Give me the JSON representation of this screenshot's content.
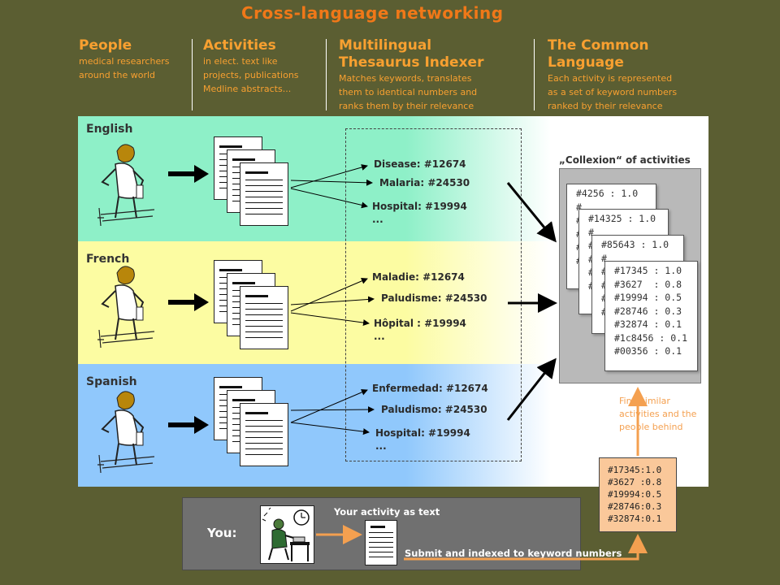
{
  "title": "Cross-language  networking",
  "columns": [
    {
      "heading": "People",
      "desc": [
        "medical researchers",
        "around the world"
      ]
    },
    {
      "heading": "Activities",
      "desc": [
        "in elect. text like",
        "projects, publications",
        "Medline abstracts..."
      ]
    },
    {
      "heading": "Multilingual",
      "heading2": "Thesaurus Indexer",
      "desc": [
        "Matches keywords, translates",
        "them to identical numbers and",
        "ranks them by their relevance"
      ]
    },
    {
      "heading": "The Common",
      "heading2": "Language",
      "desc": [
        "Each activity is represented",
        "as a set of keyword numbers",
        "ranked by their relevance"
      ]
    }
  ],
  "bands": [
    {
      "label": "English",
      "color": "#8ef0c8",
      "kw": [
        "Disease:   #12674",
        "Malaria:    #24530",
        "Hospital:   #19994"
      ],
      "more": "..."
    },
    {
      "label": "French",
      "color": "#fcfca2",
      "kw": [
        "Maladie:    #12674",
        "Paludisme:  #24530",
        "Hôpital :    #19994"
      ],
      "more": "..."
    },
    {
      "label": "Spanish",
      "color": "#90c8fc",
      "kw": [
        "Enfermedad:  #12674",
        "Paludismo:  #24530",
        "Hospital:   #19994"
      ],
      "more": "..."
    }
  ],
  "collexion": {
    "label": "„Collexion“  of activities",
    "cards": [
      "#4256 : 1.0\n#\n#\n#\n#\n#",
      "#14325 : 1.0\n#\n#\n#\n#\n#",
      "#85643 : 1.0\n#\n#\n#\n#\n#",
      "#17345 : 1.0\n#3627  : 0.8\n#19994 : 0.5\n#28746 : 0.3\n#32874 : 0.1\n#1c8456 : 0.1\n#00356 : 0.1"
    ]
  },
  "find_text": "Find similar activities and the people behind",
  "query": "#17345:1.0\n#3627 :0.8\n#19994:0.5\n#28746:0.3\n#32874:0.1",
  "you": {
    "label": "You:",
    "activity_text": "Your activity as text",
    "submit_text": "Submit and indexed to keyword numbers"
  },
  "colors": {
    "background": "#5b5e32",
    "accent": "#f07818",
    "header_text": "#f8a030",
    "english": "#8ef0c8",
    "french": "#fcfca2",
    "spanish": "#90c8fc",
    "query": "#fac89a",
    "arrow_orange": "#f4a050"
  },
  "icons": [
    "scientist-figure-icon",
    "document-stack-icon",
    "arrow-right-icon",
    "worker-at-desk-icon",
    "clock-icon"
  ]
}
